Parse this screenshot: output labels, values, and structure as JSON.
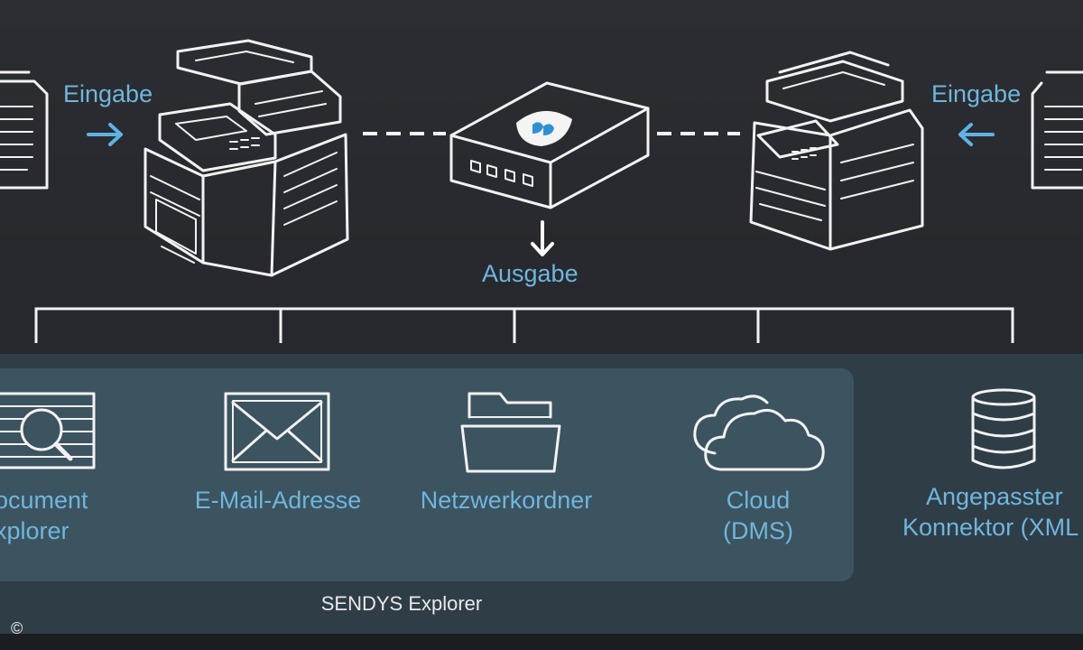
{
  "flow": {
    "input_left": "Eingabe",
    "input_right": "Eingabe",
    "output": "Ausgabe"
  },
  "destinations": [
    {
      "line1": "ocument",
      "line2": "xplorer",
      "icon": "document-explorer-icon"
    },
    {
      "line1": "E-Mail-Adresse",
      "icon": "envelope-icon"
    },
    {
      "line1": "Netzwerkordner",
      "icon": "folder-icon"
    },
    {
      "line1": "Cloud",
      "line2": "(DMS)",
      "icon": "cloud-icon"
    },
    {
      "line1": "Angepasster",
      "line2": "Konnektor (XML",
      "icon": "database-icon"
    }
  ],
  "footer": {
    "group_label": "SENDYS Explorer",
    "copyright": "©"
  },
  "colors": {
    "background": "#2b2d32",
    "accent": "#6fb6dd",
    "panel_outer": "#2f3d47",
    "panel_inner": "#3c5360",
    "line": "#f2f2f2"
  }
}
